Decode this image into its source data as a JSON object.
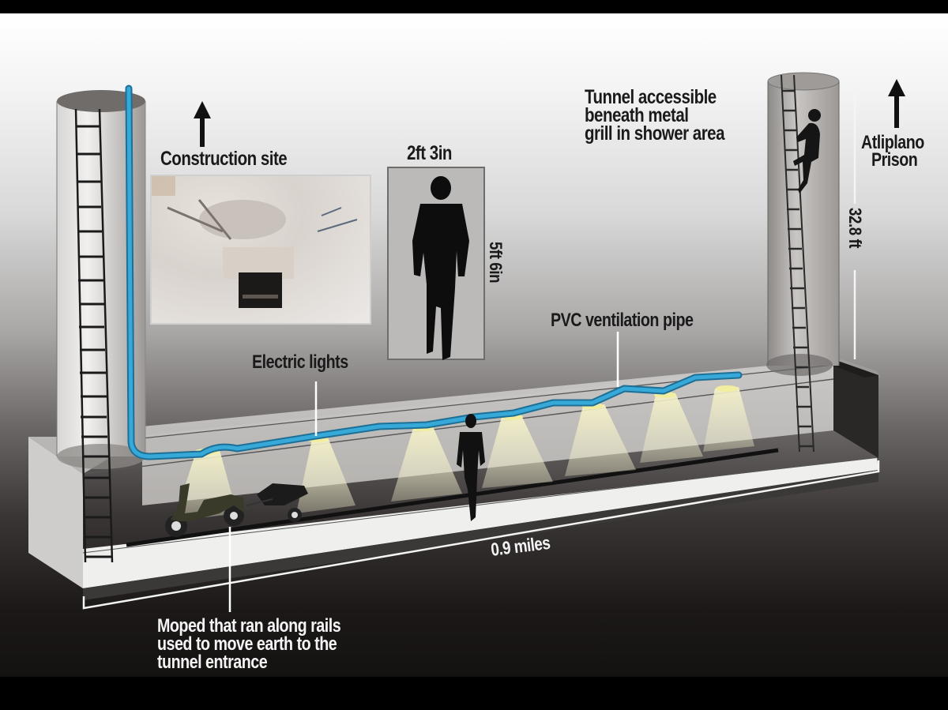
{
  "infographic": {
    "title_labels": {
      "construction_site": "Construction site",
      "prison_line1": "Atliplano",
      "prison_line2": "Prison",
      "tunnel_access_line1": "Tunnel accessible",
      "tunnel_access_line2": "beneath metal",
      "tunnel_access_line3": "grill in shower area"
    },
    "dimensions": {
      "tunnel_width": "2ft 3in",
      "tunnel_height": "5ft 6in",
      "shaft_depth": "32.8 ft",
      "tunnel_length": "0.9 miles"
    },
    "callouts": {
      "electric_lights": "Electric lights",
      "pvc_pipe": "PVC ventilation pipe",
      "moped_line1": "Moped that ran along rails",
      "moped_line2": "used to move earth to the",
      "moped_line3": "tunnel entrance"
    },
    "colors": {
      "pipe": "#2a9fd0",
      "light": "#f2eea0",
      "silhouette": "#111111",
      "moped": "#3a3a2a"
    },
    "icons": [
      "up-arrow-icon",
      "ladder-icon",
      "person-silhouette-icon",
      "climbing-person-icon",
      "moped-icon",
      "wheelbarrow-icon"
    ]
  }
}
